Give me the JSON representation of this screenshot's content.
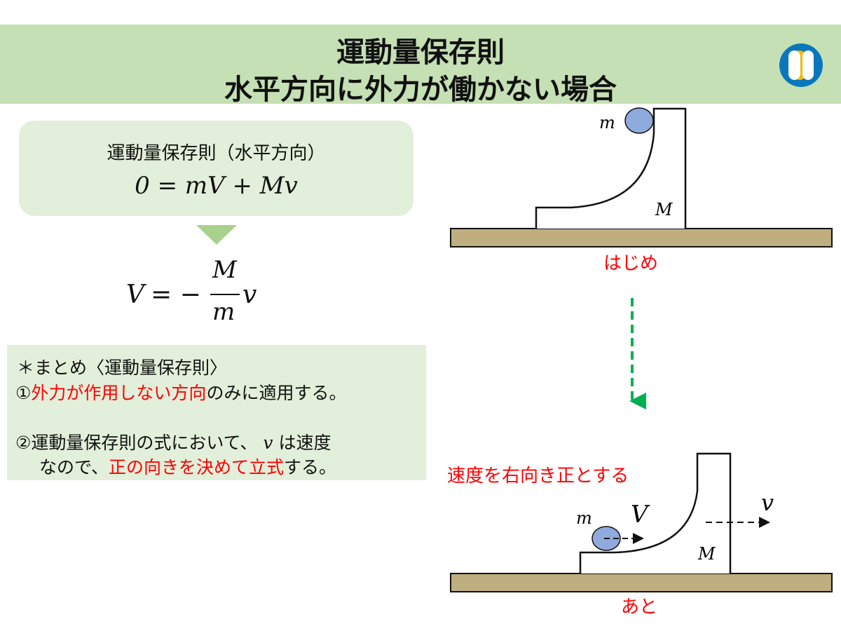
{
  "header": {
    "title_line1": "運動量保存則",
    "title_line2": "水平方向に外力が働かない場合"
  },
  "colors": {
    "header_bg": "#c5e0b4",
    "box_bg": "#e2efda",
    "accent_red": "#ff0000",
    "ground": "#bfae7f",
    "ball": "#8faadc",
    "arrow_green": "#00b050",
    "logo_blue": "#0a77bd",
    "logo_yellow": "#f5b800"
  },
  "law": {
    "heading": "運動量保存則（水平方向）",
    "equation": "0 = mV + Mv"
  },
  "result": {
    "lhs": "V",
    "eq": "= −",
    "num": "M",
    "den": "m",
    "rhs": "v"
  },
  "summary": {
    "heading": "＊まとめ〈運動量保存則〉",
    "item1_prefix": "①",
    "item1_red": "外力が作用しない方向",
    "item1_suffix": "のみに適用する。",
    "item2_line1_a": "②運動量保存則の式において、",
    "item2_var": "v",
    "item2_line1_b": "は速度",
    "item2_line2_a": "なので、",
    "item2_line2_red": "正の向きを決めて立式",
    "item2_line2_b": "する。"
  },
  "diagram_before": {
    "ball_label": "m",
    "block_label": "M",
    "caption": "はじめ"
  },
  "diagram_after": {
    "note": "速度を右向き正とする",
    "ball_label": "m",
    "ball_velocity": "V",
    "block_velocity": "v",
    "block_label": "M",
    "caption": "あと"
  }
}
